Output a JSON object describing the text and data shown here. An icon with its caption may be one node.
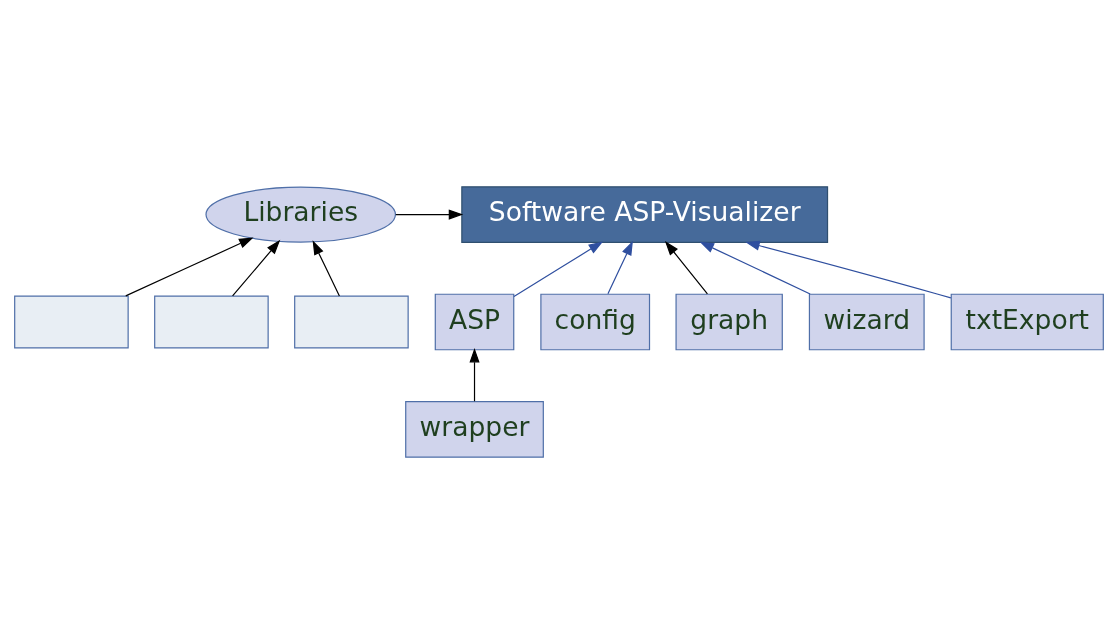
{
  "diagram": {
    "nodes": [
      {
        "text": [
          "Software ASP-Visualizer"
        ]
      },
      {
        "text": [
          "Libraries"
        ]
      },
      {
        "text": [],
        "shape": "box"
      },
      {
        "text": [],
        "shape": "box"
      },
      {
        "text": [],
        "shape": "box"
      },
      {
        "text": [
          "ASP"
        ]
      },
      {
        "text": [
          "config"
        ]
      },
      {
        "text": [
          "graph"
        ]
      },
      {
        "text": [
          "wizard"
        ]
      },
      {
        "text": [
          "txtExport"
        ]
      },
      {
        "text": [
          "wrapper"
        ]
      }
    ],
    "edges": [
      {
        "from": 1,
        "to": 0,
        "arrow": "to"
      },
      {
        "from": 2,
        "to": 1,
        "arrow": "to"
      },
      {
        "from": 3,
        "to": 1,
        "arrow": "to"
      },
      {
        "from": 4,
        "to": 1,
        "arrow": "to"
      },
      {
        "from": 5,
        "to": 0,
        "arrow": "to",
        "color": "#2f4f9f"
      },
      {
        "from": 6,
        "to": 0,
        "arrow": "to",
        "color": "#2f4f9f"
      },
      {
        "from": 7,
        "to": 0,
        "arrow": "to"
      },
      {
        "from": 8,
        "to": 0,
        "arrow": "to",
        "color": "#2f4f9f"
      },
      {
        "from": 9,
        "to": 0,
        "arrow": "to",
        "color": "#2f4f9f"
      },
      {
        "from": 10,
        "to": 5,
        "arrow": "to"
      }
    ]
  }
}
